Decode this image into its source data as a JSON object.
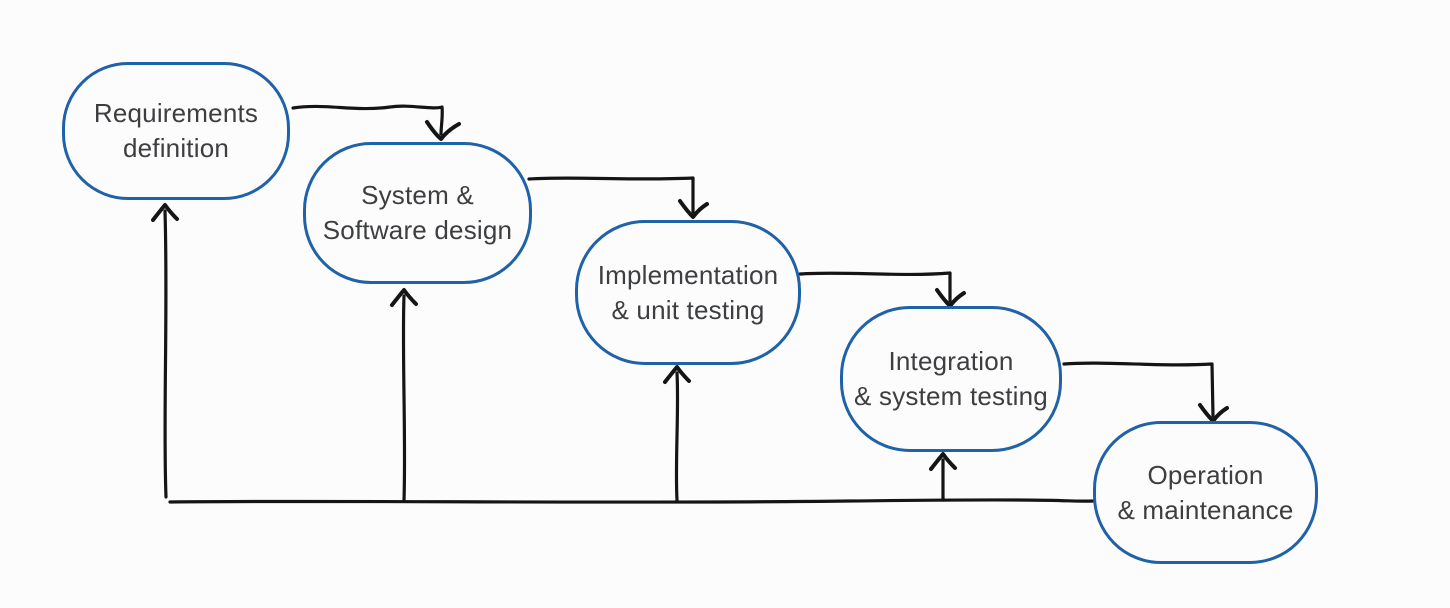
{
  "diagram_type": "flowchart",
  "nodes": [
    {
      "id": "requirements-definition",
      "label": "Requirements\ndefinition"
    },
    {
      "id": "system-software-design",
      "label": "System &\nSoftware design"
    },
    {
      "id": "implementation-unit-testing",
      "label": "Implementation\n& unit testing"
    },
    {
      "id": "integration-system-testing",
      "label": "Integration\n& system testing"
    },
    {
      "id": "operation-maintenance",
      "label": "Operation\n& maintenance"
    }
  ],
  "edges": {
    "forward": [
      {
        "from": "requirements-definition",
        "to": "system-software-design"
      },
      {
        "from": "system-software-design",
        "to": "implementation-unit-testing"
      },
      {
        "from": "implementation-unit-testing",
        "to": "integration-system-testing"
      },
      {
        "from": "integration-system-testing",
        "to": "operation-maintenance"
      }
    ],
    "feedback": [
      {
        "from": "operation-maintenance",
        "to": "requirements-definition"
      },
      {
        "from": "operation-maintenance",
        "to": "system-software-design"
      },
      {
        "from": "operation-maintenance",
        "to": "implementation-unit-testing"
      },
      {
        "from": "operation-maintenance",
        "to": "integration-system-testing"
      }
    ]
  },
  "colors": {
    "node_border": "#1f62a8",
    "connector": "#151515",
    "text": "#3d3e40",
    "background": "#fcfcfd"
  }
}
